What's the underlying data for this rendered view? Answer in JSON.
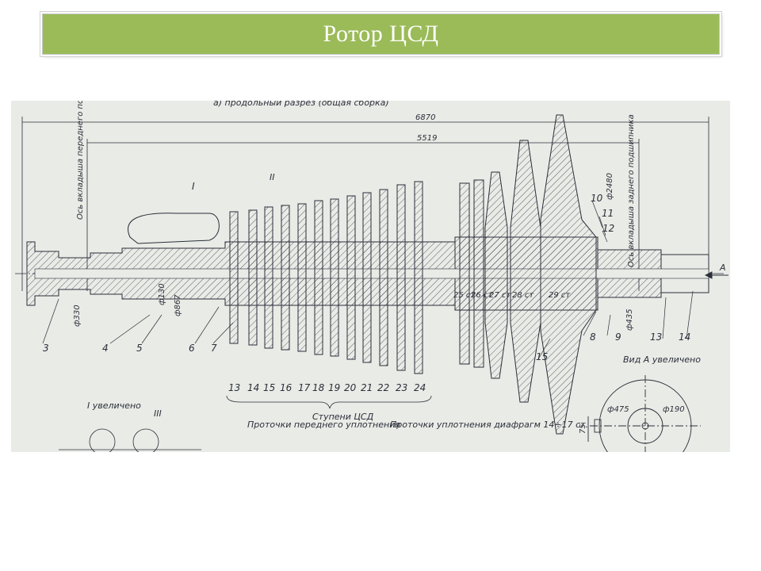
{
  "slide": {
    "title": "Ротор ЦСД"
  },
  "drawing": {
    "header_label": "а) продольный разрез (общая сборка)",
    "dim_overall": "6870",
    "dim_bearings": "5519",
    "front_bearing_label": "Ось вкладыша переднего подшипника",
    "rear_bearing_label": "Ось вкладыша заднего подшипника",
    "diam_330": "ф330",
    "diam_130": "ф130",
    "diam_867": "ф867",
    "diam_2480": "ф2480",
    "diam_435": "ф435",
    "detail_I": "I",
    "detail_II": "II",
    "detail_III": "III",
    "view_A_arrow": "A",
    "part_numbers": [
      "3",
      "4",
      "5",
      "6",
      "7",
      "8",
      "9",
      "10",
      "11",
      "12",
      "13",
      "14",
      "15"
    ],
    "stage_numbers": [
      "13",
      "14",
      "15",
      "16",
      "17",
      "18",
      "19",
      "20",
      "21",
      "22",
      "23",
      "24"
    ],
    "stage_labels_right": [
      "25 ст",
      "26 ст",
      "27 ст",
      "28 ст",
      "29 ст"
    ],
    "stages_caption": "Ступени ЦСД",
    "detail_I_caption": "I увеличено",
    "view_A_caption": "Вид А увеличено",
    "diam_475": "ф475",
    "diam_190": "ф190",
    "dim_75": "75",
    "front_seal_caption": "Проточки переднего уплотнения",
    "diaphragm_caption": "Проточки уплотнения диафрагм 14÷17 ст.",
    "ink_color": "#2a2f3a",
    "paper_color": "#e9ebe6"
  }
}
